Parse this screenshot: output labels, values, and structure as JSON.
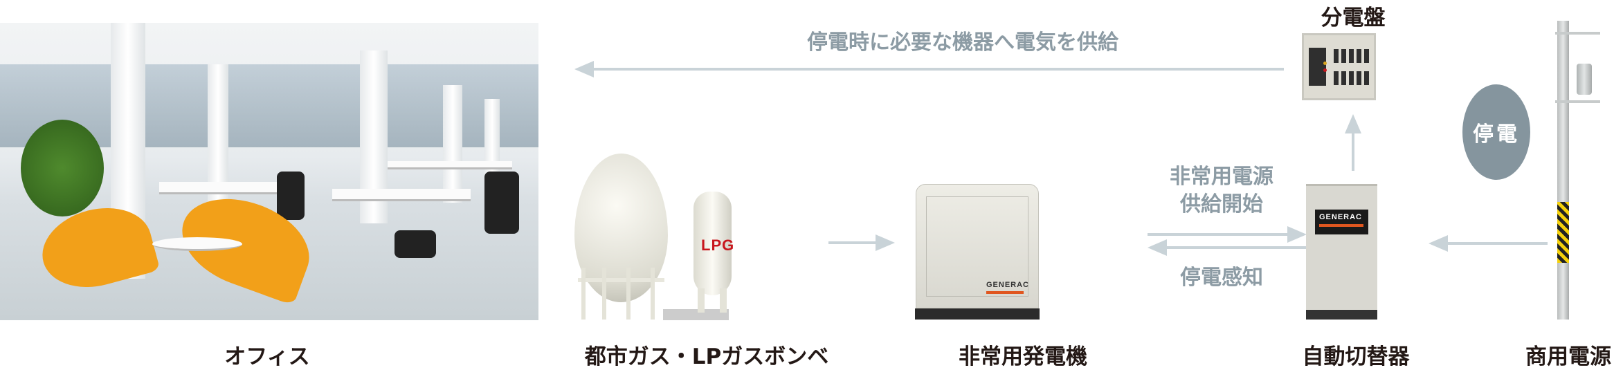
{
  "labels": {
    "office": "オフィス",
    "gas": "都市ガス・LPガスボンベ",
    "generator": "非常用発電機",
    "ats": "自動切替器",
    "commercial_power": "商用電源",
    "distribution_board": "分電盤"
  },
  "flow_text": {
    "supply_to_equipment": "停電時に必要な機器へ電気を供給",
    "emergency_supply_line1": "非常用電源",
    "emergency_supply_line2": "供給開始",
    "outage_detect": "停電感知",
    "outage_badge": "停電"
  },
  "tank_text": "LPG",
  "brand": "GENERAC",
  "colors": {
    "arrow": "#c9d3d8",
    "flow_text": "#8c9ba4",
    "badge": "#85959e",
    "lpg_red": "#c8161d",
    "generac_orange": "#e0561f"
  }
}
